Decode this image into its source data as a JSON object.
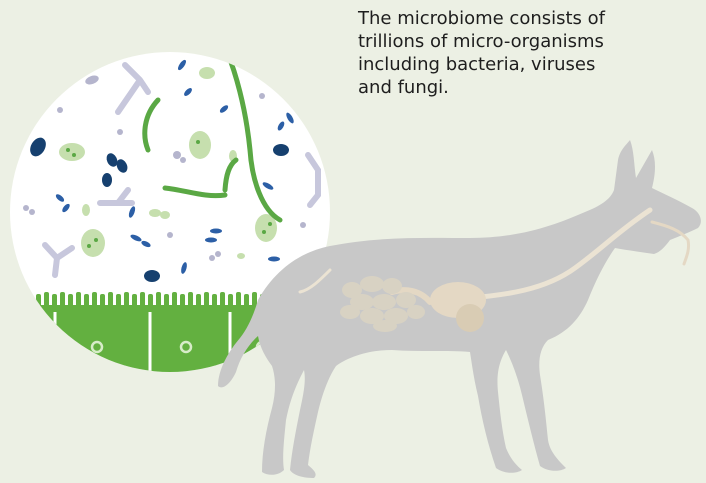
{
  "caption": {
    "line1": "The microbiome consists of",
    "line2": "trillions of micro-organisms",
    "line3": "including bacteria, viruses",
    "line4": "and fungi."
  },
  "colors": {
    "background": "#ecf0e4",
    "circle_fill": "#ffffff",
    "bacteria_green": "#5aa844",
    "navy": "#16406f",
    "royal_blue": "#2c5fa6",
    "light_green": "#c6dfae",
    "lavender": "#b5b5cd",
    "dog_gray": "#c8c8c8",
    "organ_beige": "#e4d8c4",
    "villi_green": "#63b040"
  },
  "icons": [
    "microbiome-magnifier-illustration",
    "dog-silhouette-illustration",
    "digestive-tract-illustration"
  ]
}
